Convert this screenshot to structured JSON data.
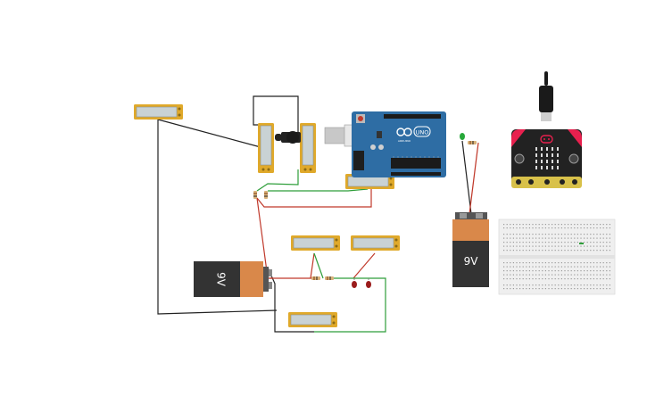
{
  "arduino": {
    "model_label": "UNO",
    "brand_label": "ARDUINO",
    "color": "#2e6da4"
  },
  "battery_left": {
    "label": "9V"
  },
  "battery_right": {
    "label": "9V"
  },
  "colors": {
    "wire_black": "#222222",
    "wire_red": "#c0392b",
    "wire_green": "#2e9e3a",
    "sensor_frame": "#e0a92a",
    "sensor_panel": "#c9d2d4",
    "battery_orange": "#d9884a",
    "battery_dark": "#333333",
    "microbit_black": "#222222",
    "microbit_pink": "#e8204e"
  }
}
